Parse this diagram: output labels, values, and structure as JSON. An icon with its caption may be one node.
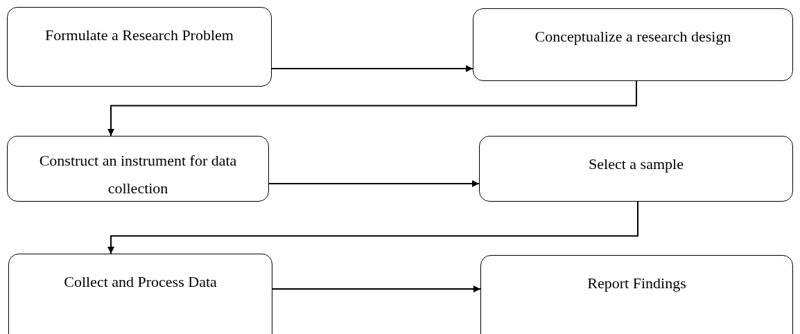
{
  "diagram": {
    "nodes": [
      {
        "text": [
          "Formulate a Research Problem"
        ]
      },
      {
        "text": [
          "Conceptualize a research design"
        ]
      },
      {
        "text": [
          "Construct an instrument for data collection"
        ]
      },
      {
        "text": [
          "Select a sample"
        ]
      },
      {
        "text": [
          "Collect and Process Data"
        ]
      },
      {
        "text": [
          "Report Findings"
        ]
      }
    ],
    "edges": [
      {
        "from": 0,
        "to": 1,
        "arrow": "to"
      },
      {
        "from": 1,
        "to": 2,
        "arrow": "to"
      },
      {
        "from": 2,
        "to": 3,
        "arrow": "to"
      },
      {
        "from": 3,
        "to": 4,
        "arrow": "to"
      },
      {
        "from": 4,
        "to": 5,
        "arrow": "to"
      }
    ]
  }
}
